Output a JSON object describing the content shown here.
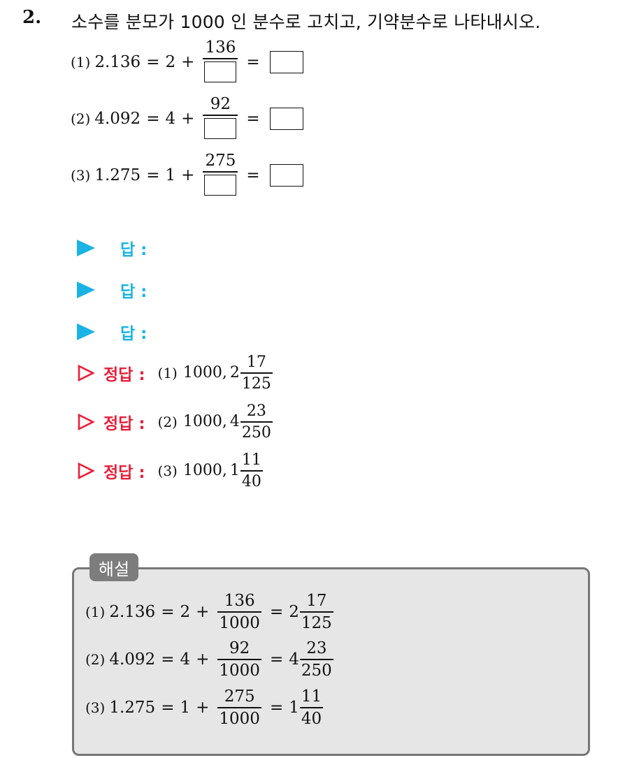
{
  "question": {
    "number": "2.",
    "text": "소수를 분모가 1000 인 분수로 고치고, 기약분수로 나타내시오."
  },
  "items": [
    {
      "label": "(1)",
      "decimal": "2.136",
      "whole": "2",
      "numerator": "136"
    },
    {
      "label": "(2)",
      "decimal": "4.092",
      "whole": "4",
      "numerator": "92"
    },
    {
      "label": "(3)",
      "decimal": "1.275",
      "whole": "1",
      "numerator": "275"
    }
  ],
  "answer_label": "답 :",
  "correct_label": "정답 :",
  "correct_answers": [
    {
      "label": "(1)",
      "prefix": "1000,",
      "whole": "2",
      "num": "17",
      "den": "125"
    },
    {
      "label": "(2)",
      "prefix": "1000,",
      "whole": "4",
      "num": "23",
      "den": "250"
    },
    {
      "label": "(3)",
      "prefix": "1000,",
      "whole": "1",
      "num": "11",
      "den": "40"
    }
  ],
  "explanation": {
    "tab": "해설",
    "lines": [
      {
        "label": "(1)",
        "decimal": "2.136",
        "whole": "2",
        "num": "136",
        "den": "1000",
        "rwhole": "2",
        "rnum": "17",
        "rden": "125"
      },
      {
        "label": "(2)",
        "decimal": "4.092",
        "whole": "4",
        "num": "92",
        "den": "1000",
        "rwhole": "4",
        "rnum": "23",
        "rden": "250"
      },
      {
        "label": "(3)",
        "decimal": "1.275",
        "whole": "1",
        "num": "275",
        "den": "1000",
        "rwhole": "1",
        "rnum": "11",
        "rden": "40"
      }
    ]
  },
  "colors": {
    "answer": "#1ab3e6",
    "correct": "#e8203a",
    "explain_bg": "#e6e6e6",
    "explain_tab": "#7d7d7d"
  }
}
